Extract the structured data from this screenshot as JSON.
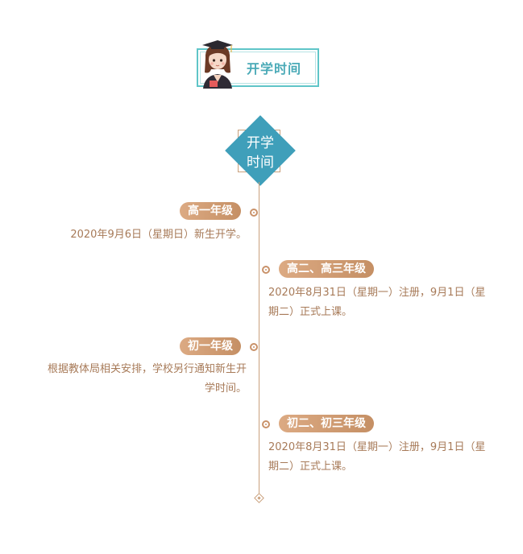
{
  "header": {
    "title": "开学时间"
  },
  "timeline": {
    "top_label_line1": "开学",
    "top_label_line2": "时间",
    "entries": [
      {
        "label": "高一年级",
        "desc": "2020年9月6日（星期日）新生开学。"
      },
      {
        "label": "高二、高三年级",
        "desc_line1": "2020年8月31日（星期一）注册，9月1日（星",
        "desc_line2": "期二）正式上课。"
      },
      {
        "label": "初一年级",
        "desc_line1": "根据教体局相关安排，学校另行通知新生开",
        "desc_line2": "学时间。"
      },
      {
        "label": "初二、初三年级",
        "desc_line1": "2020年8月31日（星期一）注册，9月1日（星",
        "desc_line2": "期二）正式上课。"
      }
    ]
  },
  "colors": {
    "teal": "#5fc5c8",
    "diamond": "#3f9fba",
    "accent": "#c9926a",
    "text": "#a77a58"
  }
}
